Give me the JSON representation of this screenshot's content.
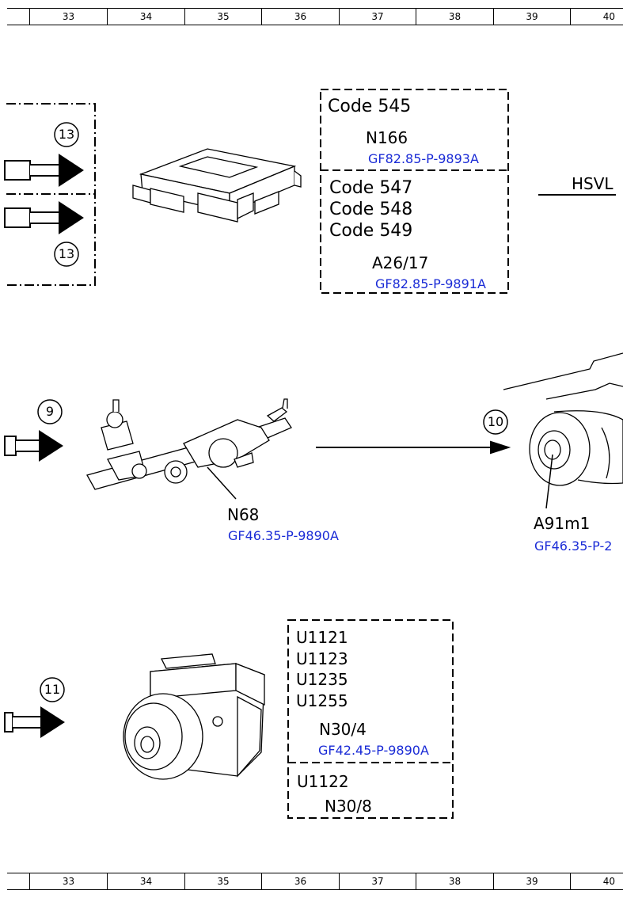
{
  "ruler": {
    "columns": [
      "33",
      "34",
      "35",
      "36",
      "37",
      "38",
      "39",
      "40"
    ]
  },
  "callouts": [
    "13",
    "13",
    "9",
    "10",
    "11"
  ],
  "block1": {
    "top_code": "Code 545",
    "top_component": "N166",
    "top_ref": "GF82.85-P-9893A",
    "codes": [
      "Code 547",
      "Code 548",
      "Code 549"
    ],
    "bottom_component": "A26/17",
    "bottom_ref": "GF82.85-P-9891A"
  },
  "hsvl_label": "HSVL",
  "steering": {
    "component": "N68",
    "ref": "GF46.35-P-9890A"
  },
  "pump": {
    "component": "A91m1",
    "ref": "GF46.35-P-2"
  },
  "block2": {
    "codes": [
      "U1121",
      "U1123",
      "U1235",
      "U1255"
    ],
    "component": "N30/4",
    "ref": "GF42.45-P-9890A",
    "lower_code": "U1122",
    "lower_component": "N30/8"
  },
  "colors": {
    "ref_link": "#1a2bd6",
    "line": "#000000"
  }
}
